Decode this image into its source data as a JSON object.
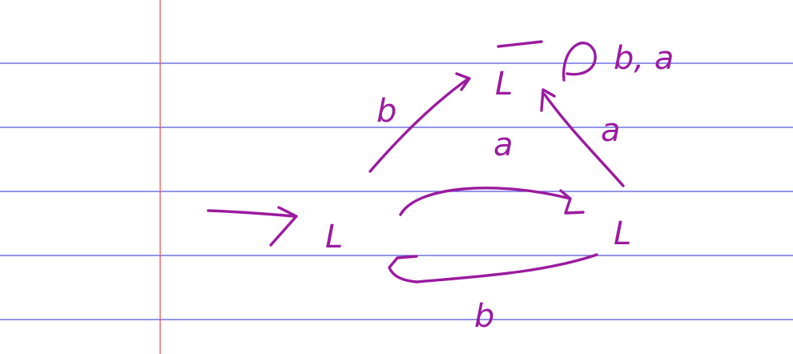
{
  "colors": {
    "ink": "#9B1B9F",
    "ruled_lines": "#5555DD",
    "margin_line": "#EE5555",
    "paper": "#FFFFFF"
  },
  "diagram": {
    "states": [
      {
        "id": "start",
        "label": "L"
      },
      {
        "id": "right",
        "label": "L"
      },
      {
        "id": "top",
        "label": "L"
      }
    ],
    "transitions": [
      {
        "from": "start",
        "to": "top",
        "label": "b"
      },
      {
        "from": "right",
        "to": "top",
        "label": "a"
      },
      {
        "from": "start",
        "to": "right",
        "label": "a"
      },
      {
        "from": "right",
        "to": "start",
        "label": "b"
      },
      {
        "from": "top",
        "to": "top",
        "label": "b, a"
      }
    ],
    "start_state": "start"
  }
}
